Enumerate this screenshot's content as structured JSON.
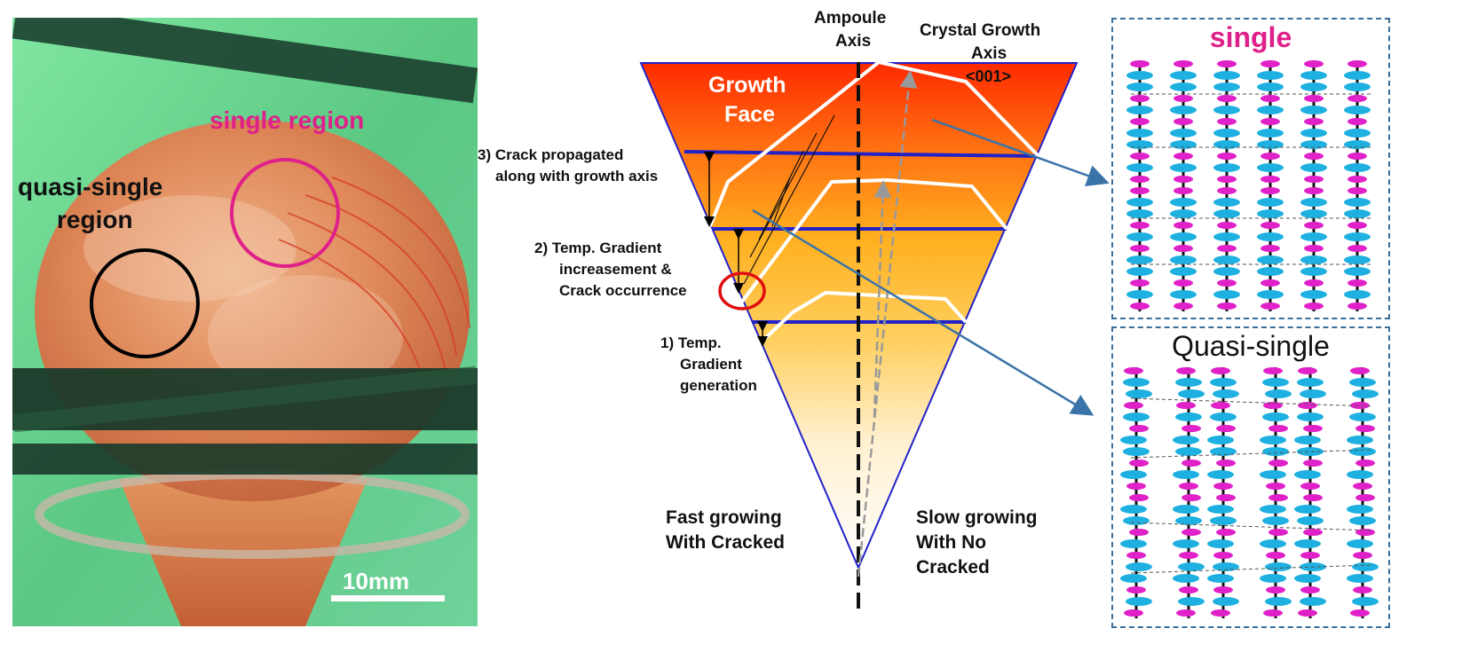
{
  "photo": {
    "single_label": "single region",
    "quasi_label_line1": "quasi-single",
    "quasi_label_line2": "region",
    "scale_label": "10mm"
  },
  "diagram": {
    "ampoule_axis_line1": "Ampoule",
    "ampoule_axis_line2": "Axis",
    "growth_axis_line1": "Crystal Growth",
    "growth_axis_line2": "Axis",
    "growth_axis_line3": "<001>",
    "growth_face_line1": "Growth",
    "growth_face_line2": "Face",
    "step3_line1": "3) Crack propagated",
    "step3_line2": "along with growth axis",
    "step2_line1": "2) Temp. Gradient",
    "step2_line2": "increasement &",
    "step2_line3": "Crack occurrence",
    "step1_line1": "1) Temp.",
    "step1_line2": "Gradient",
    "step1_line3": "generation",
    "fast_line1": "Fast growing",
    "fast_line2": "With Cracked",
    "slow_line1": "Slow growing",
    "slow_line2": "With No",
    "slow_line3": "Cracked"
  },
  "panels": {
    "single_title": "single",
    "quasi_title": "Quasi-single"
  },
  "colors": {
    "single_accent": "#e0208a",
    "blue_line": "#2222c8",
    "arrow_blue": "#3a73a8",
    "molecule_cyan": "#1eb0e0",
    "molecule_magenta": "#e020c8"
  }
}
